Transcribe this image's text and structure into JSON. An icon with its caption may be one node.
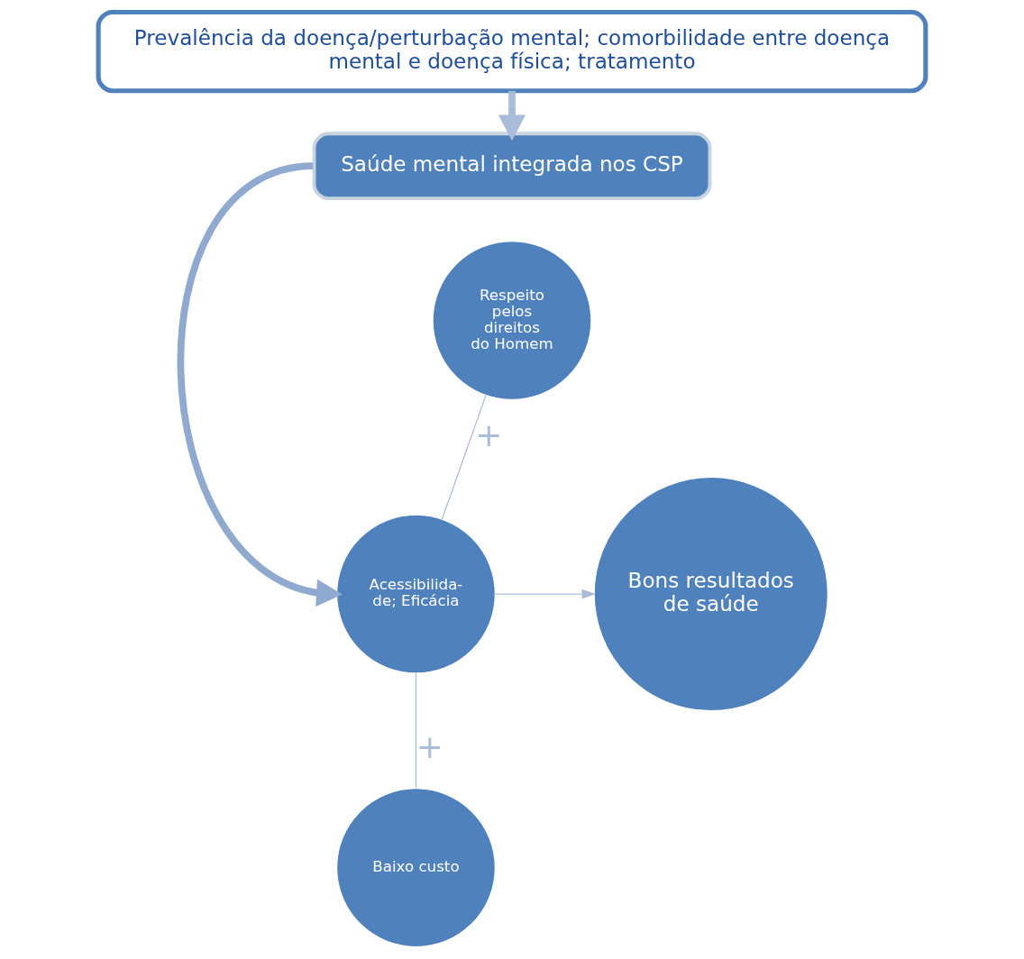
{
  "diagram": {
    "nodes": [
      {
        "text": [
          "Prevalência da doença/perturbação mental; comorbilidade entre doença mental e doença física; tratamento"
        ]
      },
      {
        "text": [
          "Saúde mental integrada nos CSP"
        ]
      },
      {
        "text": [
          "Respeito pelos direitos do Homem"
        ]
      },
      {
        "text": [
          "Acessibilida- de; Eficácia"
        ]
      },
      {
        "text": [
          "Baixo custo"
        ]
      },
      {
        "text": [
          "Bons resultados de saúde"
        ]
      }
    ],
    "edges": [
      {
        "from": 0,
        "to": 1,
        "arrow": "to",
        "style": "thick"
      },
      {
        "from": 2,
        "to": 3,
        "arrow": "none",
        "label": "+"
      },
      {
        "from": 3,
        "to": 4,
        "arrow": "none",
        "label": "+"
      },
      {
        "from": 3,
        "to": 5,
        "arrow": "to"
      },
      {
        "from": 1,
        "to": 3,
        "arrow": "to",
        "style": "thick",
        "color": "#8fa9cf"
      }
    ]
  }
}
